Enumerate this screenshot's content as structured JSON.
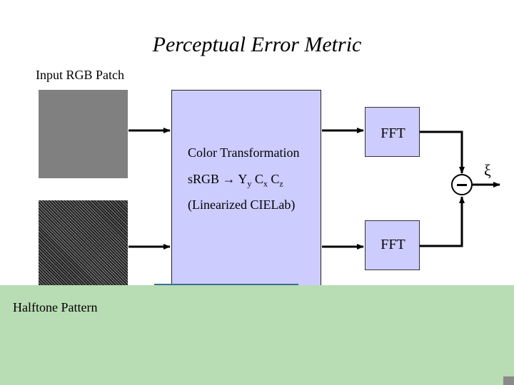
{
  "title": "Perceptual Error Metric",
  "labels": {
    "input": "Input RGB Patch",
    "halftone": "Halftone Pattern"
  },
  "transform": {
    "title": "Color Transformation",
    "srgb_prefix": "sRGB",
    "arrow": "→",
    "Y": "Y",
    "y_sub": "y",
    "C1": "C",
    "x_sub": "x",
    "C2": "C",
    "z_sub": "z",
    "linearized": "(Linearized CIELab)"
  },
  "fft_top": "FFT",
  "fft_bottom": "FFT",
  "output_symbol": "ξ"
}
